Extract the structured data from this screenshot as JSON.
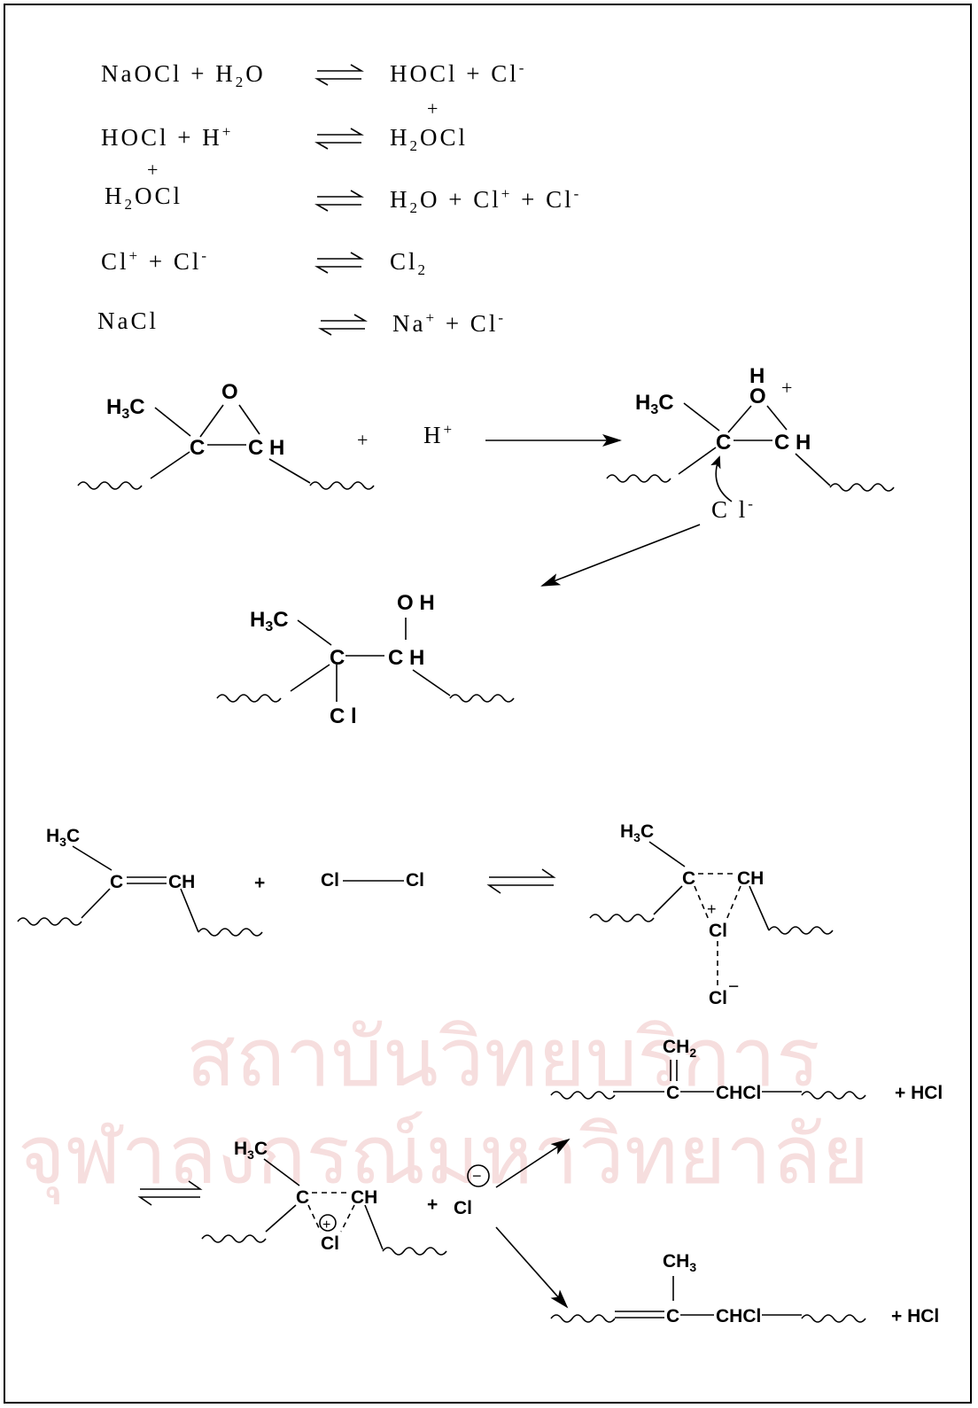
{
  "equilibria": [
    {
      "left": "NaOCl + H",
      "left_sub": "2",
      "left_tail": "O",
      "right": "HOCl + Cl",
      "right_sup": "-"
    },
    {
      "left": "HOCl + H",
      "left_sup": "+",
      "right_plus": "+",
      "right": "H",
      "right_sub": "2",
      "right_tail": "OCl"
    },
    {
      "left_plus": "+",
      "left": "H",
      "left_sub": "2",
      "left_tail": "OCl",
      "right": "H",
      "right_sub": "2",
      "right_tail": "O  + Cl",
      "right_sup": "+",
      "right_tail2": " + Cl",
      "right_sup2": "-"
    },
    {
      "left": "Cl",
      "left_sup": "+",
      "left_tail": " + Cl",
      "left_sup2": "-",
      "right": "Cl",
      "right_sub": "2"
    },
    {
      "left": "NaCl",
      "right": "Na",
      "right_sup": "+",
      "right_tail": " + Cl",
      "right_sup2": "-"
    }
  ],
  "scheme1": {
    "reactant": {
      "h3c": "H",
      "h3c_sub": "3",
      "h3c_tail": "C",
      "o": "O",
      "c": "C",
      "ch": "C H"
    },
    "plus": "+",
    "proton": "H",
    "proton_sup": "+",
    "product": {
      "h3c": "H",
      "h3c_sub": "3",
      "h3c_tail": "C",
      "h": "H",
      "o": "O",
      "o_charge": "+",
      "c": "C",
      "ch": "C H",
      "cl": "C l",
      "cl_sup": "-"
    }
  },
  "scheme2": {
    "h3c": "H",
    "h3c_sub": "3",
    "h3c_tail": "C",
    "oh": "O H",
    "c": "C",
    "ch": "C H",
    "cl": "C l"
  },
  "scheme3": {
    "reactant": {
      "h3c": "H",
      "h3c_sub": "3",
      "h3c_tail": "C",
      "c": "C",
      "ch": "CH"
    },
    "plus": "+",
    "cl2_left": "Cl",
    "cl2_right": "Cl",
    "product": {
      "h3c": "H",
      "h3c_sub": "3",
      "h3c_tail": "C",
      "c": "C",
      "ch": "CH",
      "plus_charge": "+",
      "cl": "Cl",
      "cl2": "Cl",
      "minus_charge": "−"
    }
  },
  "scheme4": {
    "cation": {
      "h3c": "H",
      "h3c_sub": "3",
      "h3c_tail": "C",
      "c": "C",
      "ch": "CH",
      "charge": "+",
      "cl": "Cl"
    },
    "plus": "+",
    "chloride": "Cl",
    "chloride_charge": "−",
    "product_top": {
      "ch2": "CH",
      "ch2_sub": "2",
      "c": "C",
      "chcl": "CHCl",
      "plus_hcl": "+  HCl"
    },
    "product_bottom": {
      "ch3": "CH",
      "ch3_sub": "3",
      "c": "C",
      "chcl": "CHCl",
      "plus_hcl": "+  HCl"
    }
  },
  "watermark": {
    "line1": "สถาบันวิทยบริการ",
    "line2": "จุฬาลงกรณ์มหาวิทยาลัย",
    "color": "#f6dede"
  }
}
